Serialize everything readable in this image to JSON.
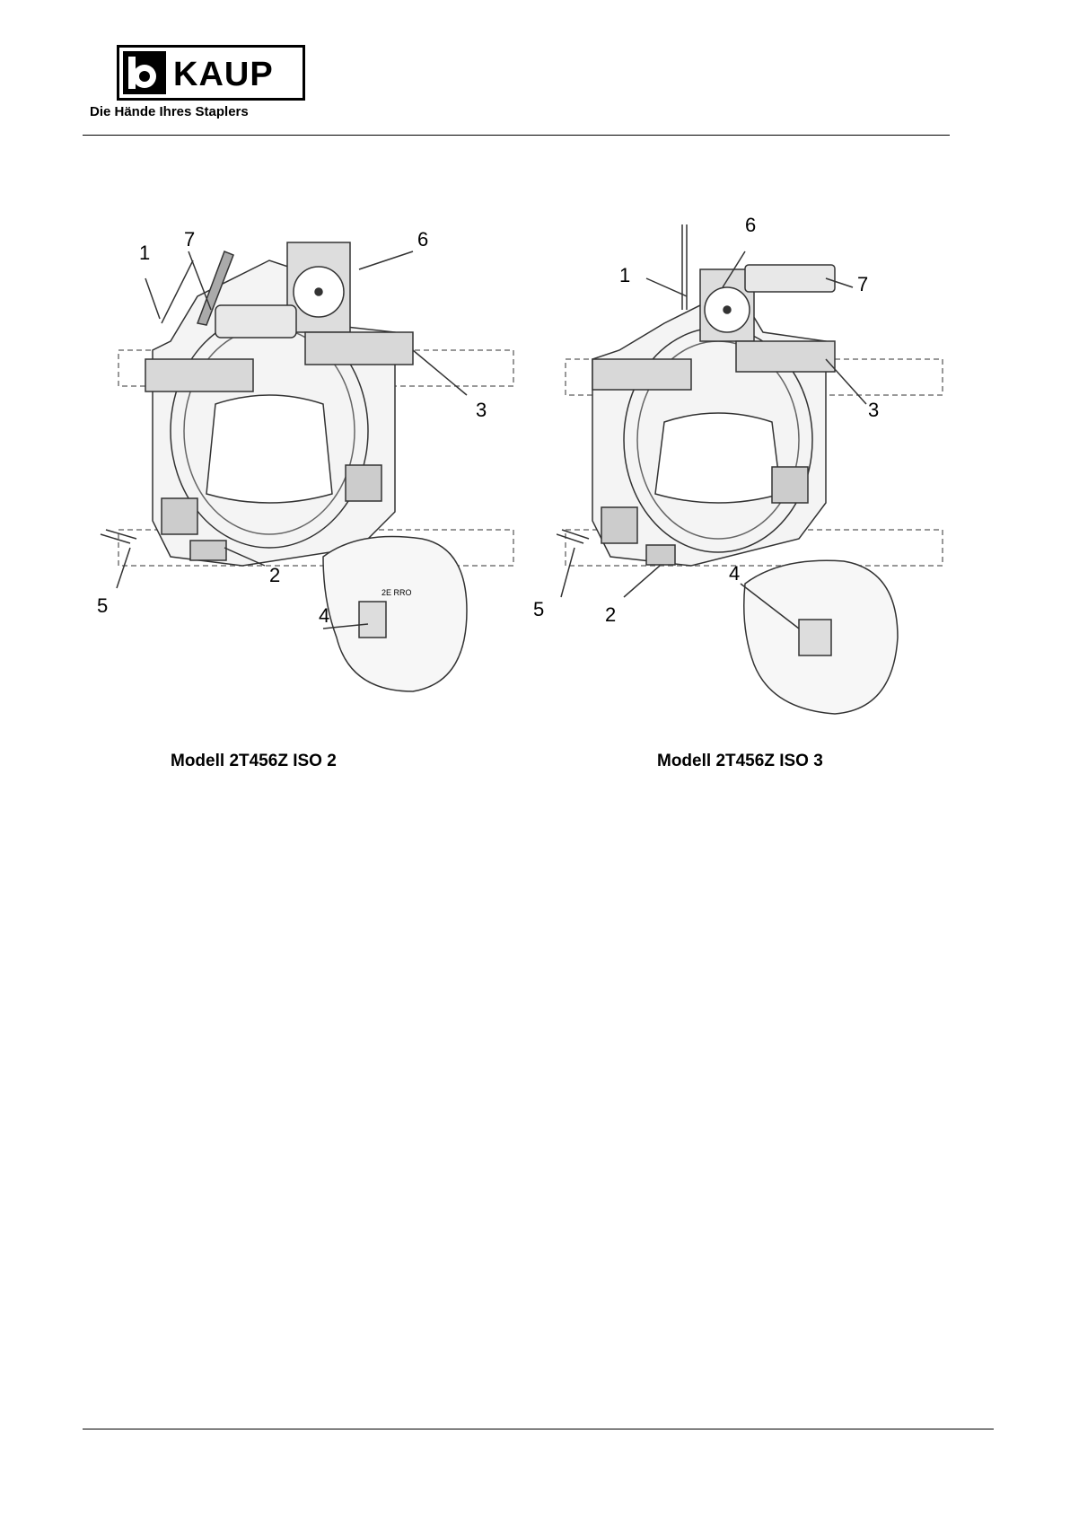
{
  "header": {
    "brand": "KAUP",
    "tagline": "Die Hände Ihres Staplers"
  },
  "figures": [
    {
      "caption": "Modell 2T456Z ISO 2",
      "callouts": [
        "1",
        "7",
        "6",
        "3",
        "2",
        "5",
        "4"
      ],
      "detail_text": "2E RRO"
    },
    {
      "caption": "Modell 2T456Z ISO 3",
      "callouts": [
        "6",
        "1",
        "7",
        "3",
        "4",
        "5",
        "2"
      ]
    }
  ]
}
